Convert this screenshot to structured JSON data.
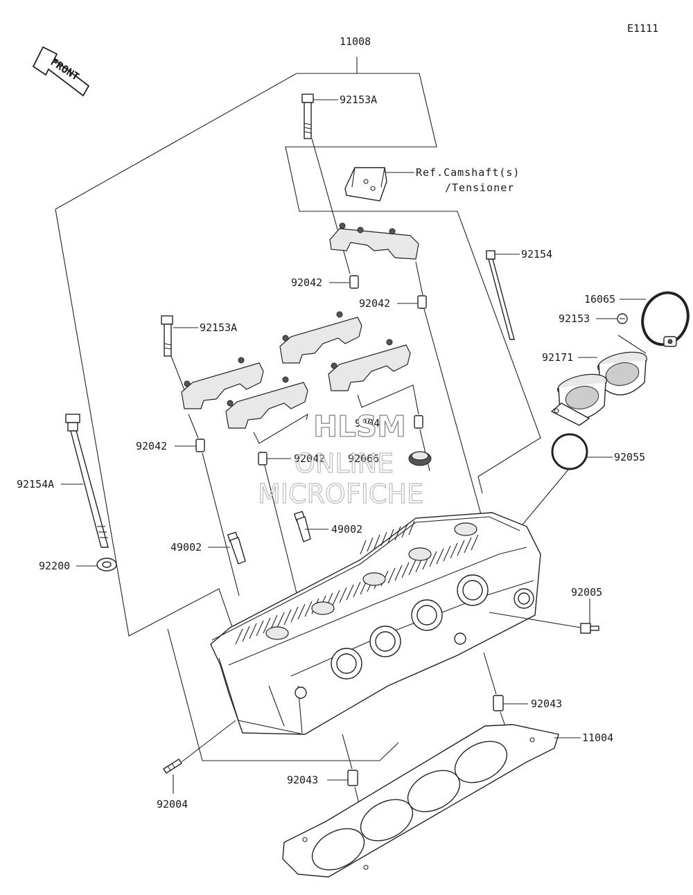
{
  "diagram_code": "E1111",
  "front_arrow": {
    "label": "FRONT",
    "icon": "front-arrow-icon"
  },
  "reference_note": {
    "line1": "Ref.Camshaft(s)",
    "line2": "/Tensioner"
  },
  "watermark": {
    "line1": "HLSM",
    "line2": "ONLINE",
    "line3": "MICROFICHE"
  },
  "parts": {
    "assy_11008": "11008",
    "bolt_92153A_top": "92153A",
    "bolt_92154": "92154",
    "clamp_16065": "16065",
    "screw_92153": "92153",
    "holder_92171": "92171",
    "pin_92042_a": "92042",
    "pin_92042_b": "92042",
    "bolt_92153A_left": "92153A",
    "pin_92042_c": "92042",
    "pin_92042_d": "92042",
    "pin_92042_e": "92042",
    "plug_92066": "92066",
    "oring_92055": "92055",
    "bolt_92154A": "92154A",
    "guide_49002_a": "49002",
    "guide_49002_b": "49002",
    "washer_92200": "92200",
    "fitting_92005": "92005",
    "dowel_92043_a": "92043",
    "gasket_11004": "11004",
    "dowel_92043_b": "92043",
    "stud_92004": "92004"
  }
}
